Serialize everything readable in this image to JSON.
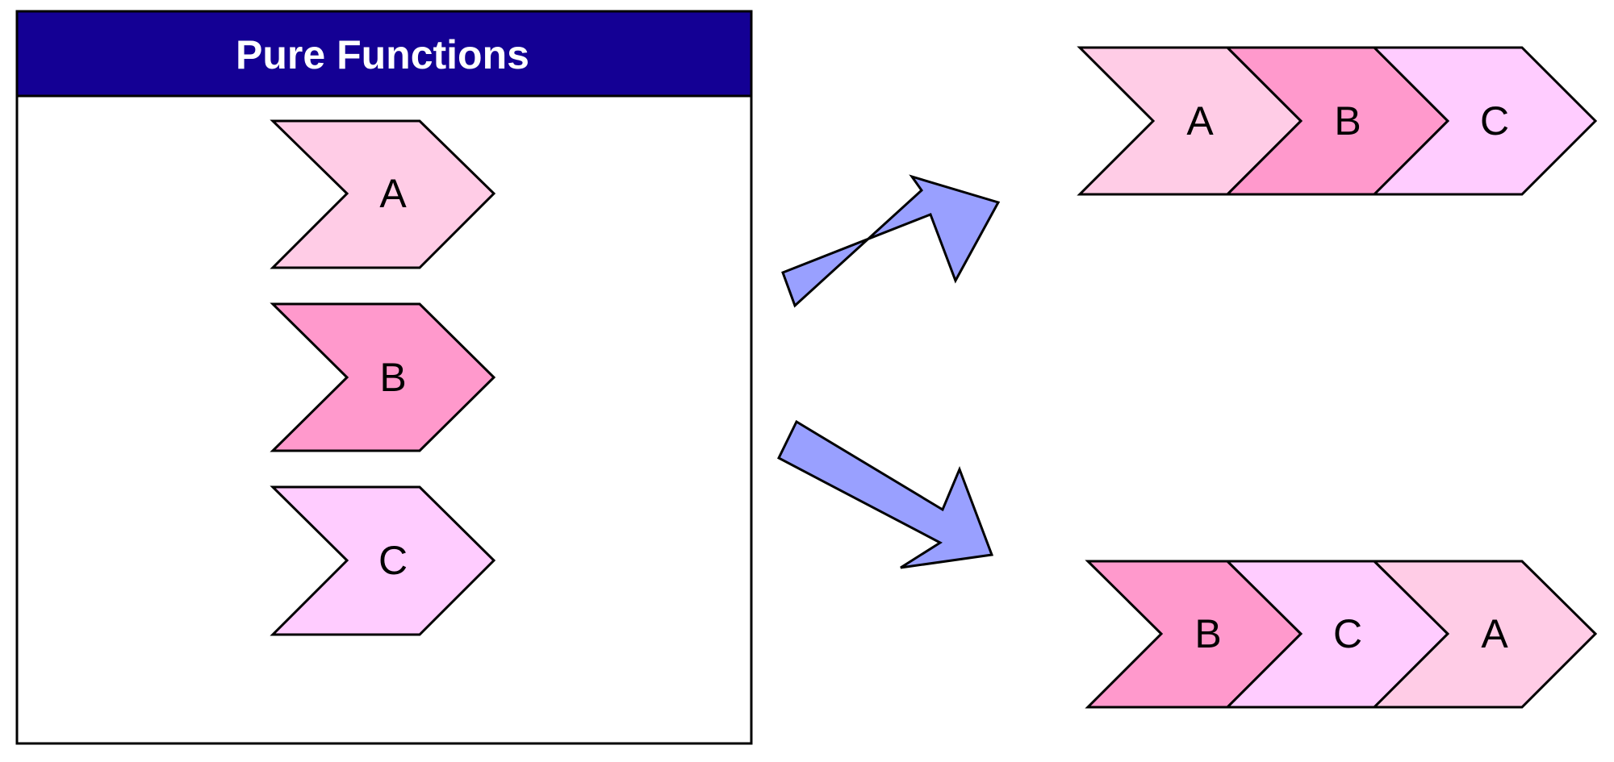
{
  "colors": {
    "title_bar": "#140094",
    "chevron_a": "#FFCCE6",
    "chevron_b": "#FF99CC",
    "chevron_c": "#FFCCFF",
    "arrow": "#99A0FF",
    "stroke": "#000000"
  },
  "container": {
    "title": "Pure Functions"
  },
  "stack": {
    "items": [
      {
        "label": "A",
        "color_key": "chevron_a"
      },
      {
        "label": "B",
        "color_key": "chevron_b"
      },
      {
        "label": "C",
        "color_key": "chevron_c"
      }
    ]
  },
  "sequence_top": {
    "items": [
      {
        "label": "A",
        "color_key": "chevron_a"
      },
      {
        "label": "B",
        "color_key": "chevron_b"
      },
      {
        "label": "C",
        "color_key": "chevron_c"
      }
    ]
  },
  "sequence_bottom": {
    "items": [
      {
        "label": "B",
        "color_key": "chevron_b"
      },
      {
        "label": "C",
        "color_key": "chevron_c"
      },
      {
        "label": "A",
        "color_key": "chevron_a"
      }
    ]
  },
  "icons": {
    "arrow_up": "arrow-up-right-icon",
    "arrow_down": "arrow-down-right-icon"
  }
}
